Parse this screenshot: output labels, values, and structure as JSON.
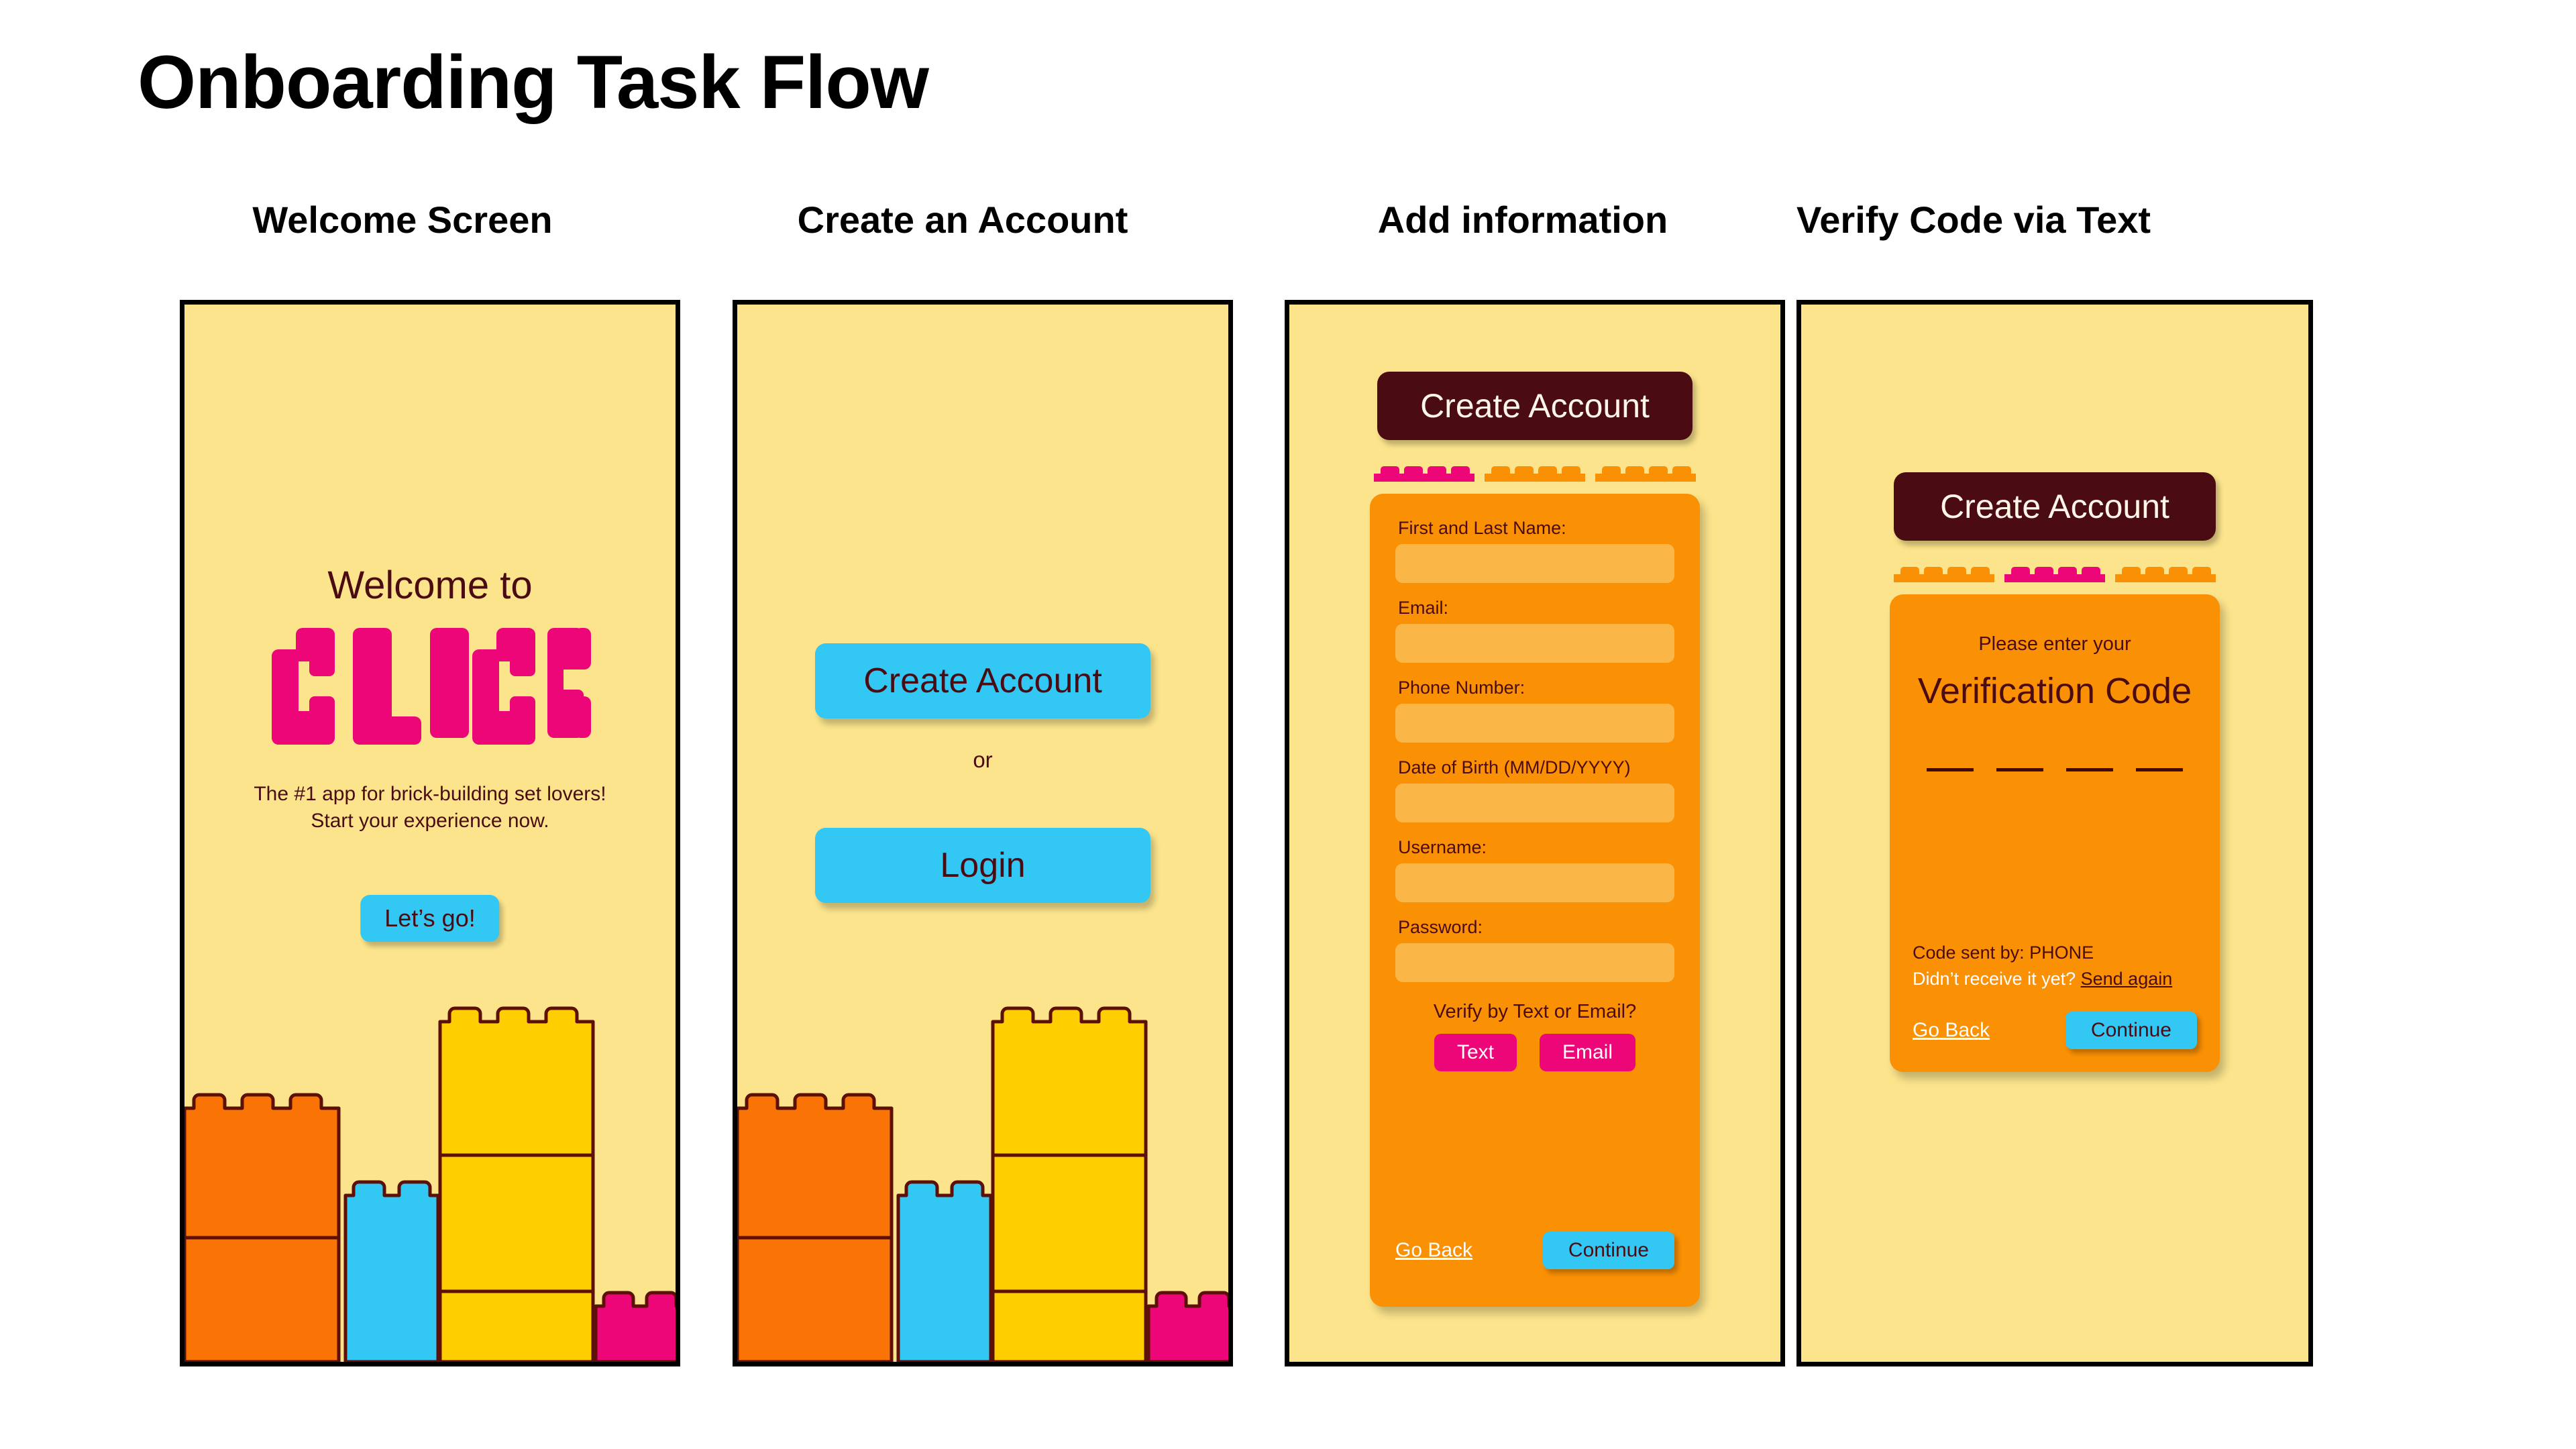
{
  "page": {
    "title": "Onboarding Task Flow",
    "colors": {
      "screen_bg": "#FBE48C",
      "accent_blue": "#33C7F4",
      "accent_pink": "#EC0677",
      "accent_orange": "#FA9004",
      "brick_orange": "#F97405",
      "brick_yellow": "#FFCE00",
      "dark_brown": "#4A0C12",
      "cream_text": "#FDF6E6"
    }
  },
  "screens": [
    {
      "heading": "Welcome Screen",
      "welcome_label": "Welcome to",
      "logo_text": "CLICK",
      "tagline_line1": "The #1 app for brick-building set lovers!",
      "tagline_line2": "Start your experience now.",
      "cta_label": "Let’s go!"
    },
    {
      "heading": "Create an Account",
      "create_account_label": "Create Account",
      "or_label": "or",
      "login_label": "Login"
    },
    {
      "heading": "Add information",
      "header_label": "Create Account",
      "progress": {
        "steps": 3,
        "active_index": 0,
        "studs_per_step": 4
      },
      "fields": [
        {
          "label": "First and Last Name:",
          "value": "",
          "placeholder": ""
        },
        {
          "label": "Email:",
          "value": "",
          "placeholder": ""
        },
        {
          "label": "Phone Number:",
          "value": "",
          "placeholder": ""
        },
        {
          "label": "Date of Birth (MM/DD/YYYY)",
          "value": "",
          "placeholder": ""
        },
        {
          "label": "Username:",
          "value": "",
          "placeholder": ""
        },
        {
          "label": "Password:",
          "value": "",
          "placeholder": ""
        }
      ],
      "verify_question": "Verify by Text or Email?",
      "verify_text_label": "Text",
      "verify_email_label": "Email",
      "go_back_label": "Go Back",
      "continue_label": "Continue"
    },
    {
      "heading": "Verify Code via Text",
      "header_label": "Create Account",
      "progress": {
        "steps": 3,
        "active_index": 1,
        "studs_per_step": 4
      },
      "please_enter_label": "Please enter your",
      "verification_title": "Verification Code",
      "code_slots": 4,
      "code_values": [
        "",
        "",
        "",
        ""
      ],
      "code_sent_label": "Code sent by: PHONE",
      "didnt_receive_label": "Didn’t receive it yet?",
      "send_again_label": "Send again",
      "go_back_label": "Go Back",
      "continue_label": "Continue"
    }
  ]
}
